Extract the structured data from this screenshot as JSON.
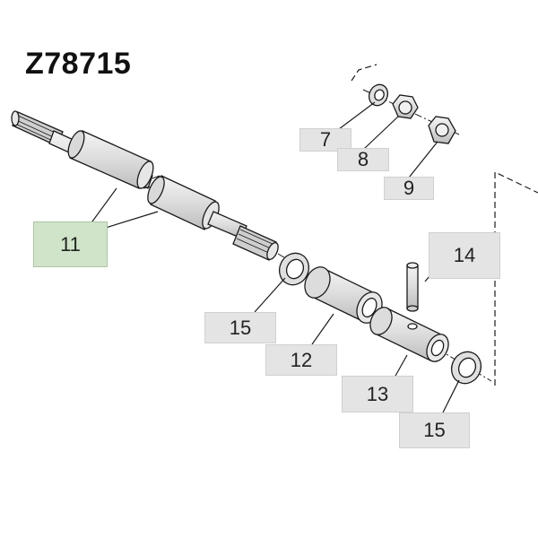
{
  "title": "Z78715",
  "callouts": {
    "c7": "7",
    "c8": "8",
    "c9": "9",
    "c11": "11",
    "c12": "12",
    "c13": "13",
    "c14": "14",
    "c15a": "15",
    "c15b": "15"
  },
  "colors": {
    "highlight": "#cfe4c8",
    "callout_bg": "#e4e4e4",
    "line": "#1a1a1a"
  }
}
